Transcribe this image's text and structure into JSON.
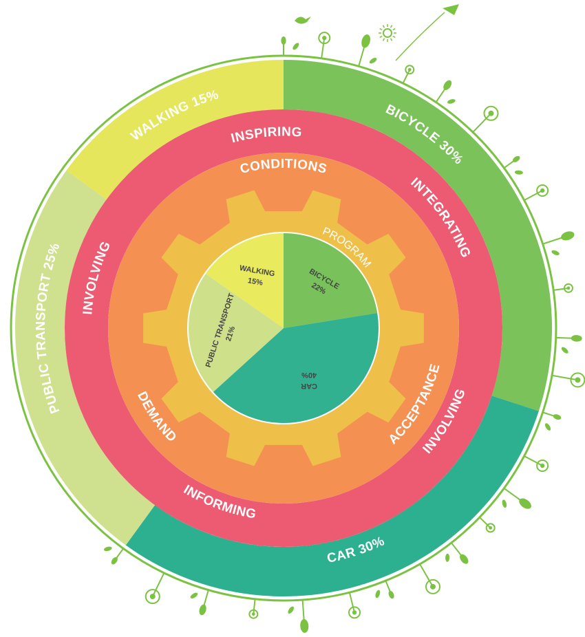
{
  "outer_ring": [
    {
      "label": "BICYCLE 30%",
      "value": 30,
      "color": "#7cc25a"
    },
    {
      "label": "CAR 30%",
      "value": 30,
      "color": "#2db08f"
    },
    {
      "label": "PUBLIC TRANSPORT 25%",
      "value": 25,
      "color": "#cfe08e"
    },
    {
      "label": "WALKING 15%",
      "value": 15,
      "color": "#e6e65c"
    }
  ],
  "second_ring": {
    "color": "#ec5b72",
    "labels": [
      "INSPIRING",
      "INTEGRATING",
      "INVOLVING",
      "INFORMING",
      "INVOLVING"
    ]
  },
  "third_ring": {
    "color": "#f49052",
    "labels": [
      "CONDITIONS",
      "ACCEPTANCE",
      "DEMAND"
    ]
  },
  "gear": {
    "color": "#eec04a",
    "label": "PROGRAM"
  },
  "inner_pie": [
    {
      "name": "BICYCLE",
      "value_label": "22%",
      "value": 22,
      "color": "#78c15b"
    },
    {
      "name": "CAR",
      "value_label": "40%",
      "value": 40,
      "color": "#32b190"
    },
    {
      "name": "PUBLIC TRANSPORT",
      "value_label": "21%",
      "value": 21,
      "color": "#cfe08a"
    },
    {
      "name": "WALKING",
      "value_label": "15%",
      "value": 15,
      "color": "#e9ea5e"
    }
  ],
  "decor_color": "#7cc242"
}
